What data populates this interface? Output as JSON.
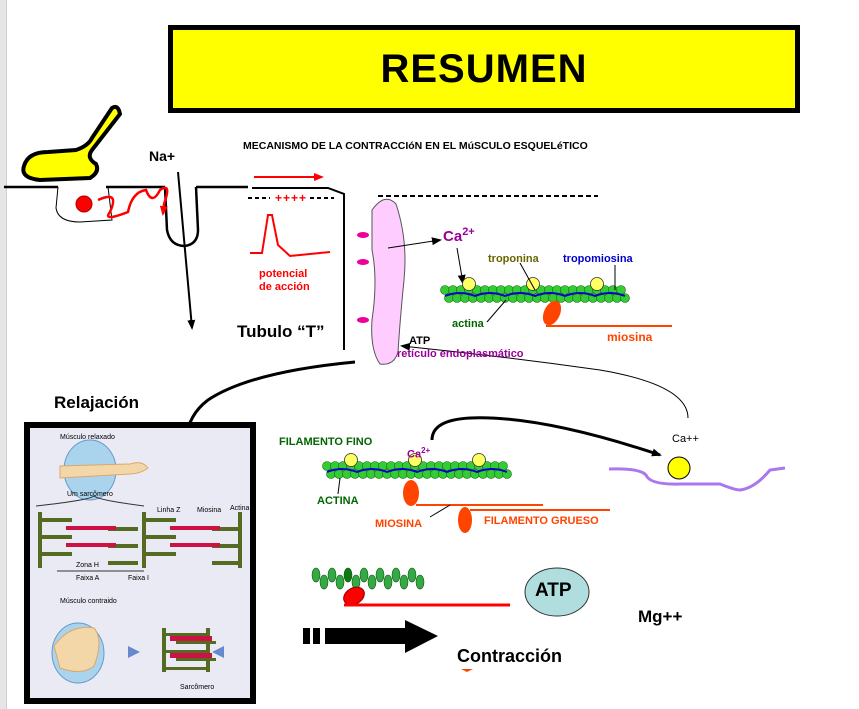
{
  "title": "RESUMEN",
  "subtitle": "MECANISMO DE LA CONTRACCIóN EN EL MúSCULO ESQUELéTICO",
  "top_diagram": {
    "na_label": "Na+",
    "charge_markers": "----++++----",
    "action_potential_label_line1": "potencial",
    "action_potential_label_line2": "de acción",
    "t_tubule_label": "Tubulo “T”",
    "calcium_label": "Ca",
    "calcium_superscript": "2+",
    "troponin_label": "troponina",
    "tropomyosin_label": "tropomiosina",
    "actin_label": "actina",
    "myosin_label": "miosina",
    "atp_label": "ATP",
    "reticulum_label": "retículo endoplasmático"
  },
  "relaxation": {
    "heading": "Relajación",
    "panel": {
      "relaxed_muscle": "Músculo relaxado",
      "one_sarcomere": "Um sarcômero",
      "z_line": "Linha Z",
      "myosin": "Miosina",
      "actin": "Actina",
      "h_zone": "Zona H",
      "a_band": "Faixa A",
      "i_band": "Faixa I",
      "contracted_muscle": "Músculo contraido",
      "sarcomere": "Sarcômero"
    }
  },
  "middle_diagram": {
    "thin_filament": "FILAMENTO FINO",
    "calcium_label": "Ca",
    "calcium_superscript": "2+",
    "actin_label": "ACTINA",
    "myosin_label": "MIOSINA",
    "thick_filament": "FILAMENTO GRUESO",
    "ca_ion_label": "Ca++"
  },
  "bottom_diagram": {
    "atp_label": "ATP",
    "mg_label": "Mg++",
    "contraction_label": "Contracción"
  },
  "colors": {
    "title_bg": "#ffff00",
    "action_red": "#ff0000",
    "calcium_purple": "#990099",
    "actin_green": "#33cc33",
    "troponin_yellow": "#ffff66",
    "myosin_orange": "#ff4400",
    "reticulum_pink": "#ffccff",
    "tropomyosin_blue": "#0000cc",
    "atp_bubble": "#b0dede",
    "membrane_violet": "#aa77ee"
  }
}
